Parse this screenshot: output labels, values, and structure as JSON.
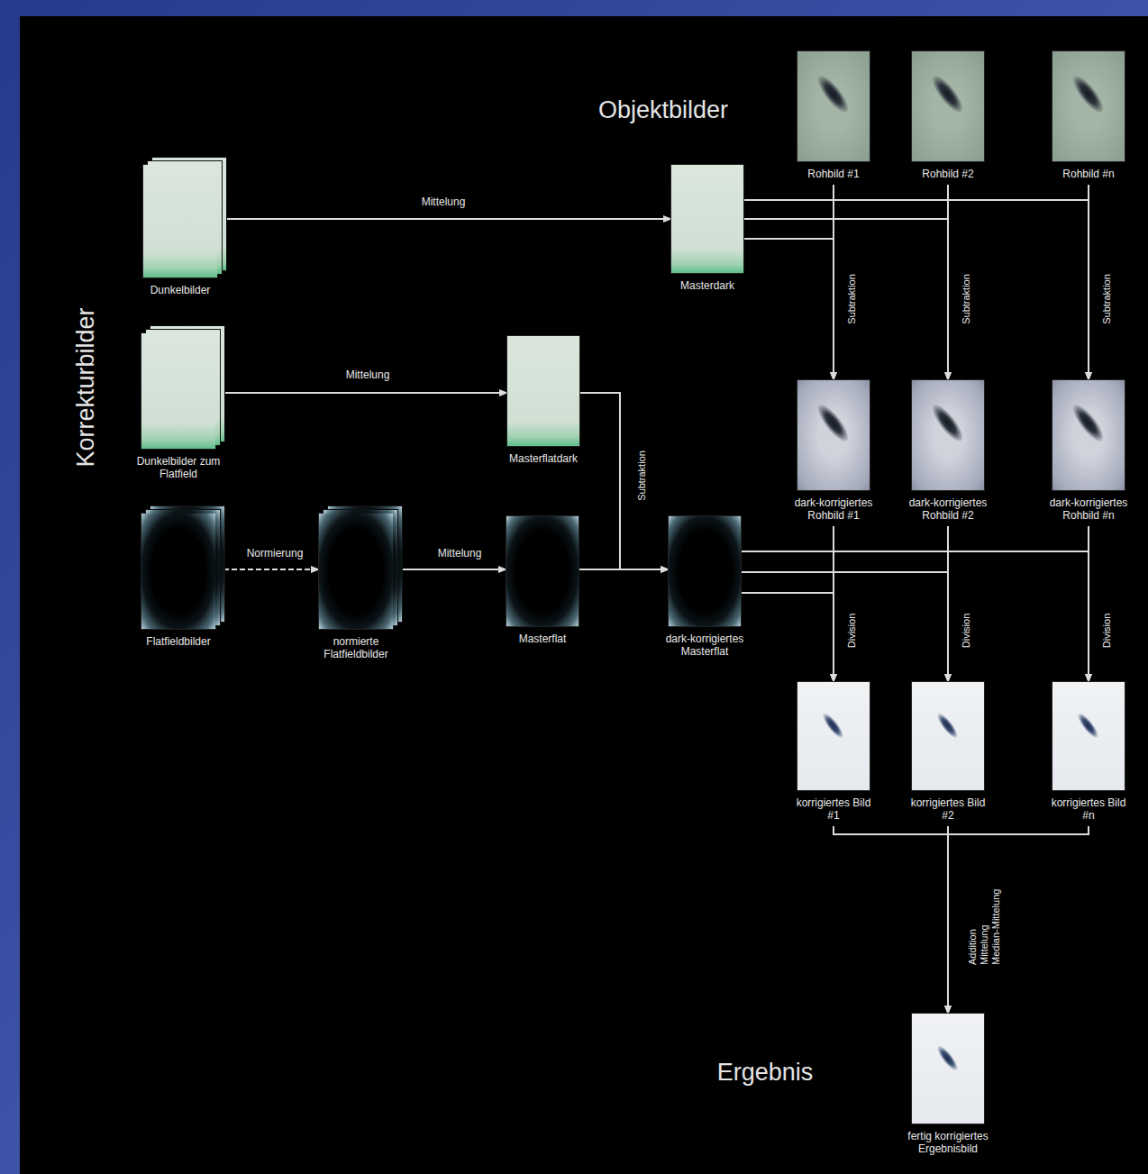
{
  "diagram": {
    "nodes": [
      {
        "text": [
          "Dunkelbilder"
        ]
      },
      {
        "text": [
          "Masterdark"
        ]
      },
      {
        "text": [
          "Rohbild #1"
        ]
      },
      {
        "text": [
          "Rohbild #2"
        ]
      },
      {
        "text": [
          "Rohbild #n"
        ]
      },
      {
        "text": [
          "Dunkelbilder zum Flatfield"
        ]
      },
      {
        "text": [
          "Masterflatdark"
        ]
      },
      {
        "text": [
          "Flatfieldbilder"
        ]
      },
      {
        "text": [
          "normierte Flatfieldbilder"
        ]
      },
      {
        "text": [
          "Masterflat"
        ]
      },
      {
        "text": [
          "dark-korrigiertes Masterflat"
        ]
      },
      {
        "text": [
          "dark-korrigiertes Rohbild #1"
        ]
      },
      {
        "text": [
          "dark-korrigiertes Rohbild #2"
        ]
      },
      {
        "text": [
          "dark-korrigiertes Rohbild #n"
        ]
      },
      {
        "text": [
          "korrigiertes Bild #1"
        ]
      },
      {
        "text": [
          "korrigiertes Bild #2"
        ]
      },
      {
        "text": [
          "korrigiertes Bild #n"
        ]
      },
      {
        "text": [
          "fertig korrigiertes Ergebnisbild"
        ]
      }
    ],
    "edges": [
      {
        "from": 0,
        "to": 1,
        "label": "Mittelung",
        "arrow": "to"
      },
      {
        "from": 5,
        "to": 6,
        "label": "Mittelung",
        "arrow": "to"
      },
      {
        "from": 7,
        "to": 8,
        "label": "Normierung",
        "arrow": "to"
      },
      {
        "from": 8,
        "to": 9,
        "label": "Mittelung",
        "arrow": "to"
      },
      {
        "from": 9,
        "to": 10,
        "arrow": "to"
      },
      {
        "from": 6,
        "to": 10,
        "label": "Subtraktion",
        "arrow": "to"
      },
      {
        "from": 1,
        "to": 11,
        "arrow": "to"
      },
      {
        "from": 1,
        "to": 12,
        "arrow": "to"
      },
      {
        "from": 1,
        "to": 13,
        "arrow": "to"
      },
      {
        "from": 2,
        "to": 11,
        "label": "Subtraktion",
        "arrow": "to"
      },
      {
        "from": 3,
        "to": 12,
        "label": "Subtraktion",
        "arrow": "to"
      },
      {
        "from": 4,
        "to": 13,
        "label": "Subtraktion",
        "arrow": "to"
      },
      {
        "from": 10,
        "to": 14,
        "arrow": "to"
      },
      {
        "from": 10,
        "to": 15,
        "arrow": "to"
      },
      {
        "from": 10,
        "to": 16,
        "arrow": "to"
      },
      {
        "from": 11,
        "to": 14,
        "label": "Division",
        "arrow": "to"
      },
      {
        "from": 12,
        "to": 15,
        "label": "Division",
        "arrow": "to"
      },
      {
        "from": 13,
        "to": 16,
        "label": "Division",
        "arrow": "to"
      },
      {
        "from": 14,
        "to": 17,
        "arrow": "to"
      },
      {
        "from": 15,
        "to": 17,
        "label": "Addition Mittelung Median-Mittelung",
        "arrow": "to"
      },
      {
        "from": 16,
        "to": 17,
        "arrow": "to"
      }
    ],
    "labels": [
      "Korrekturbilder",
      "Objektbilder",
      "Ergebnis"
    ]
  }
}
